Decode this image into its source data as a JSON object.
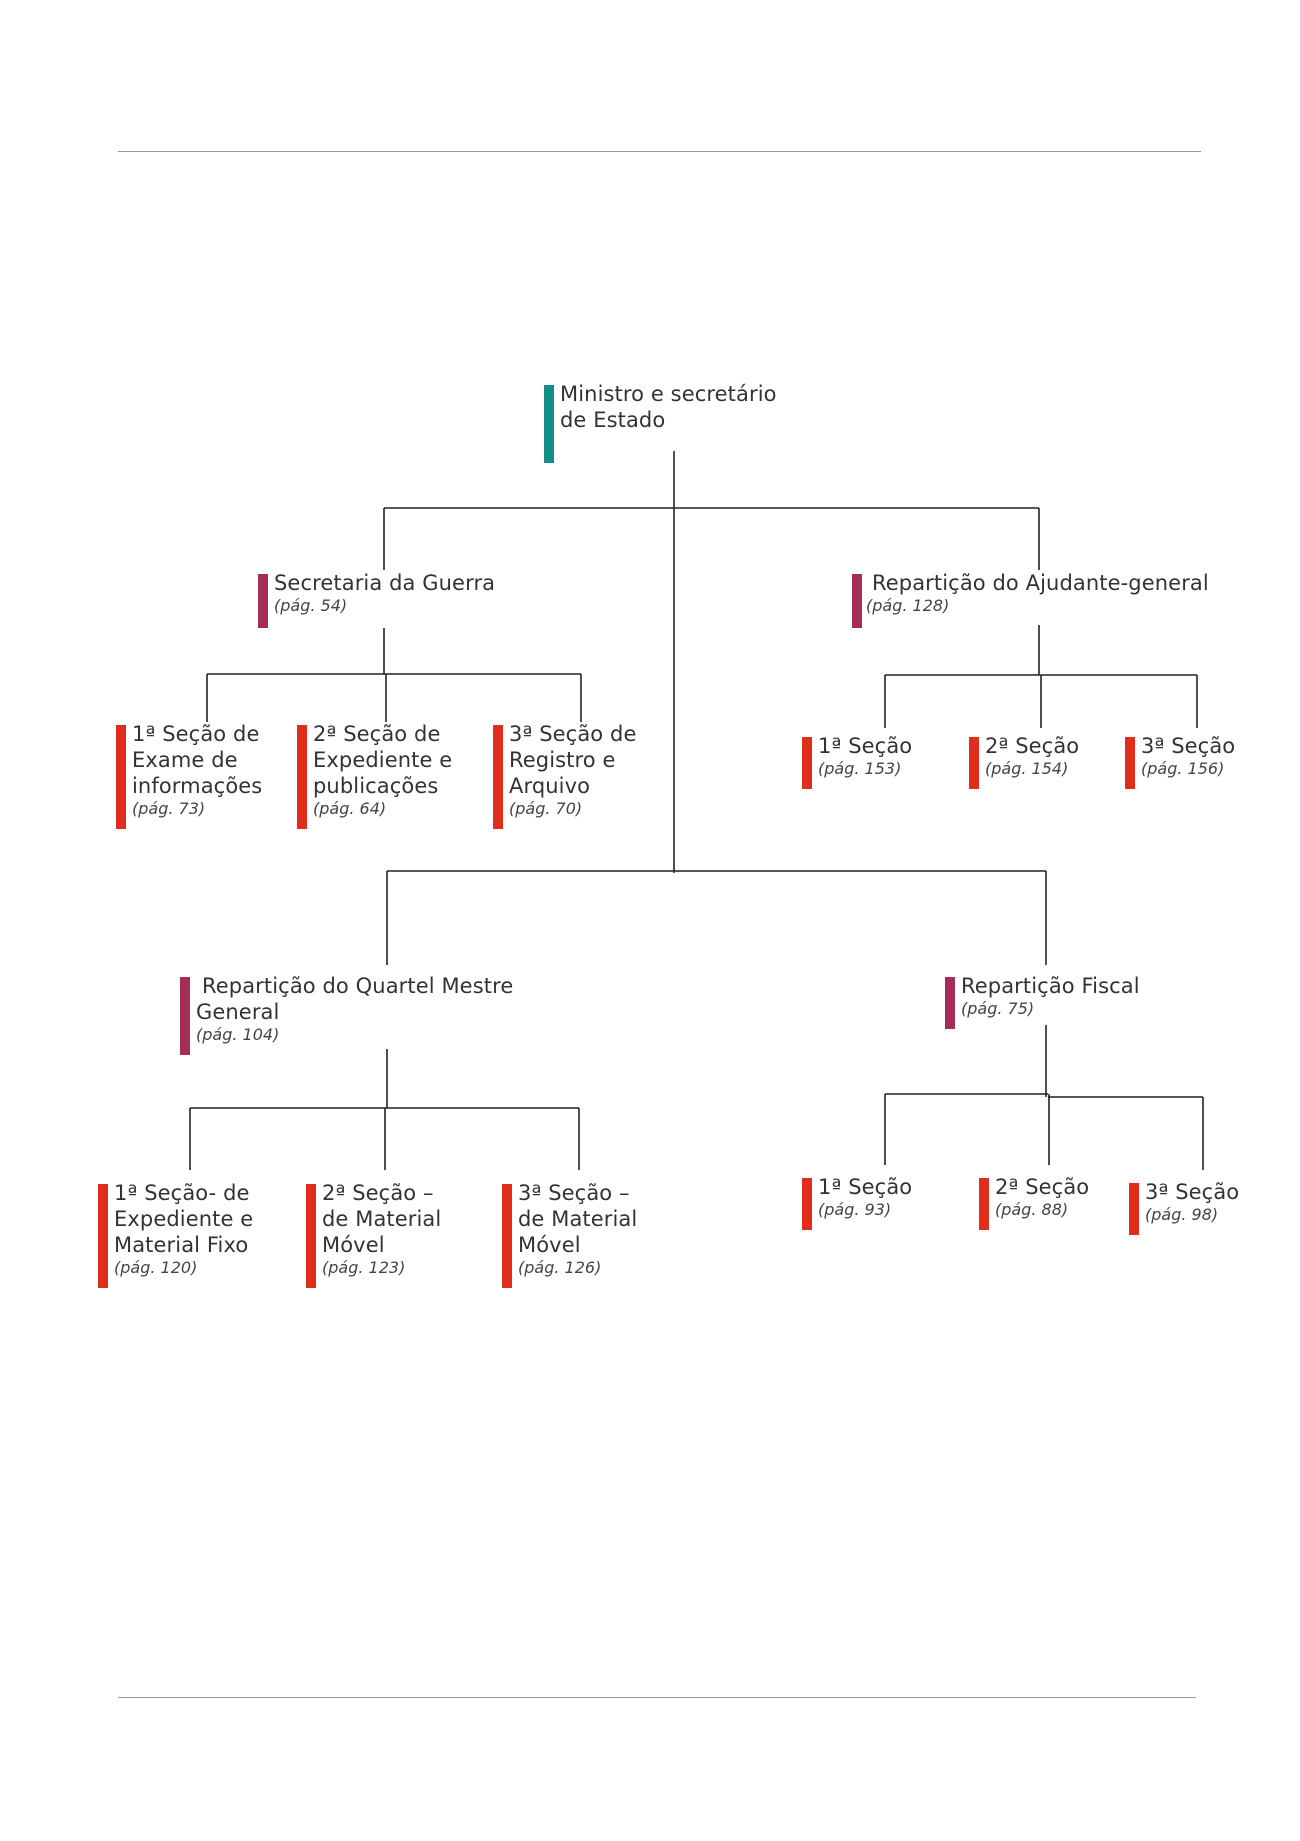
{
  "diagram": {
    "root": {
      "label": [
        "Ministro e secretário",
        "de Estado"
      ]
    },
    "secretaria": {
      "label": [
        "Secretaria da Guerra"
      ],
      "page": "(pág. 54)"
    },
    "ajudante": {
      "label": [
        "Repartição do Ajudante-general"
      ],
      "page": "(pág. 128)"
    },
    "quartel": {
      "label": [
        "Repartição do Quartel Mestre",
        "General"
      ],
      "page": "(pág. 104)"
    },
    "fiscal": {
      "label": [
        "Repartição Fiscal"
      ],
      "page": "(pág. 75)"
    },
    "secretaria_sections": [
      {
        "label": [
          "1ª Seção de",
          "Exame de",
          "informações"
        ],
        "page": "(pág. 73)"
      },
      {
        "label": [
          "2ª Seção de",
          "Expediente e",
          "publicações"
        ],
        "page": "(pág. 64)"
      },
      {
        "label": [
          "3ª Seção de",
          "Registro e",
          "Arquivo"
        ],
        "page": "(pág. 70)"
      }
    ],
    "ajudante_sections": [
      {
        "label": [
          "1ª Seção"
        ],
        "page": "(pág. 153)"
      },
      {
        "label": [
          "2ª Seção"
        ],
        "page": "(pág. 154)"
      },
      {
        "label": [
          "3ª Seção"
        ],
        "page": "(pág. 156)"
      }
    ],
    "quartel_sections": [
      {
        "label": [
          "1ª Seção- de",
          "Expediente e",
          "Material Fixo"
        ],
        "page": "(pág. 120)"
      },
      {
        "label": [
          "2ª Seção –",
          "de Material",
          "Móvel"
        ],
        "page": "(pág. 123)"
      },
      {
        "label": [
          "3ª Seção –",
          "de Material",
          "Móvel"
        ],
        "page": "(pág. 126)"
      }
    ],
    "fiscal_sections": [
      {
        "label": [
          "1ª Seção"
        ],
        "page": "(pág. 93)"
      },
      {
        "label": [
          "2ª Seção"
        ],
        "page": "(pág. 88)"
      },
      {
        "label": [
          "3ª Seção"
        ],
        "page": "(pág. 98)"
      }
    ]
  },
  "colors": {
    "root_bar": "#138e8b",
    "department_bar": "#a42c56",
    "section_bar": "#e12d1b",
    "connector": "#222222",
    "rule": "#999999"
  }
}
